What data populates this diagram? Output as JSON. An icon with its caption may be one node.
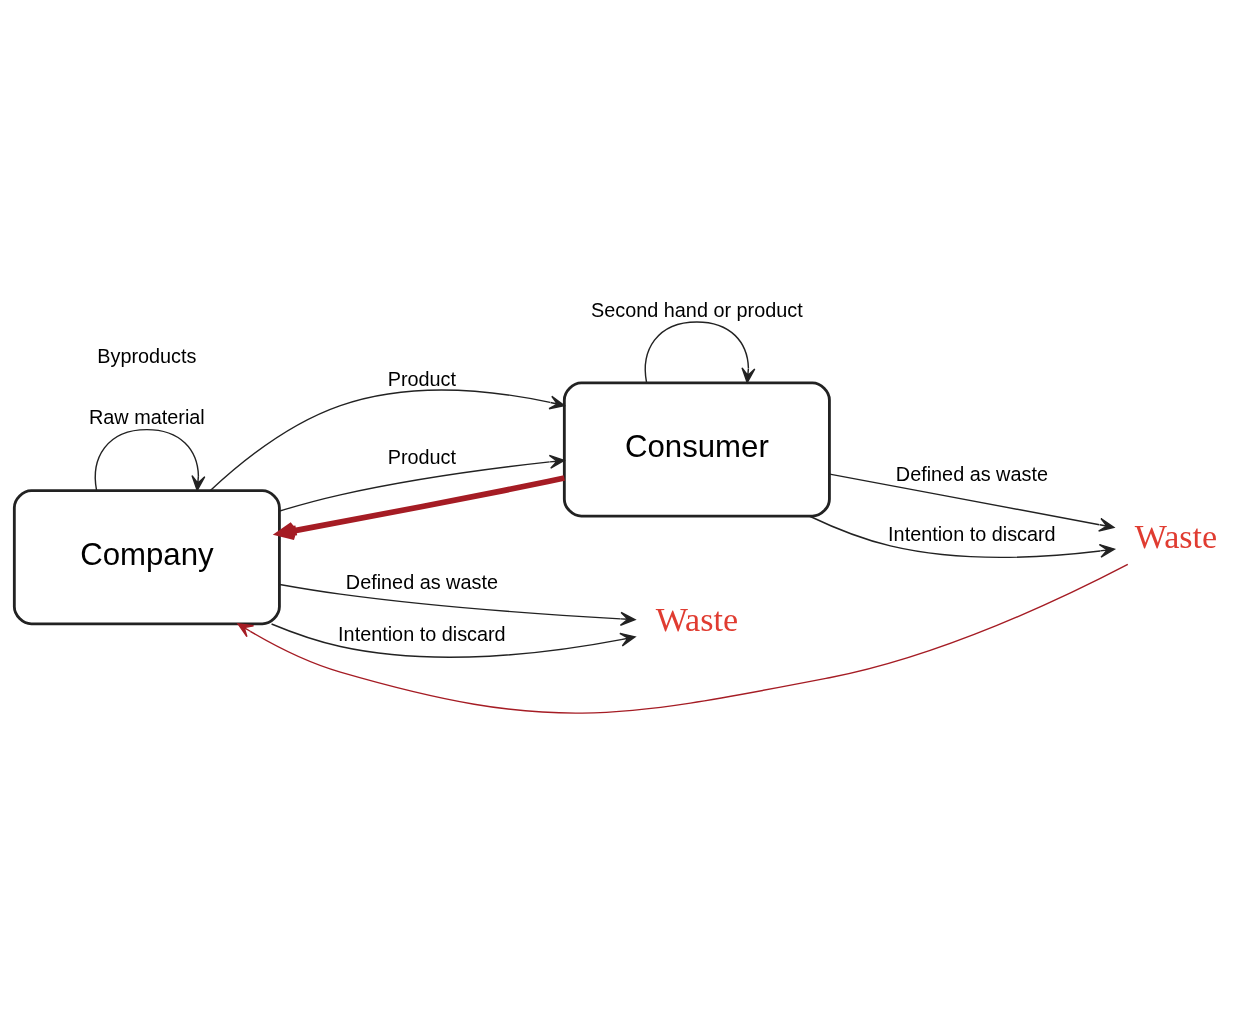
{
  "diagram": {
    "nodes": [
      {
        "text": [
          "Company"
        ]
      },
      {
        "text": [
          "Consumer"
        ]
      },
      {
        "text": [
          "Waste"
        ]
      },
      {
        "text": [
          "Waste"
        ]
      }
    ],
    "edges": [
      {
        "from": 0,
        "to": 1,
        "arrow": "to",
        "label": "Product"
      },
      {
        "from": 1,
        "to": 0,
        "arrow": "to",
        "style": "thick",
        "color": "#a51c24"
      },
      {
        "from": 1,
        "to": 1,
        "arrow": "to",
        "label": "Second hand or product"
      },
      {
        "from": 1,
        "to": 2,
        "arrow": "to",
        "label": "Defined as waste"
      },
      {
        "from": 1,
        "to": 2,
        "arrow": "to",
        "label": "Intention to discard"
      },
      {
        "from": 2,
        "to": 0,
        "arrow": "to",
        "color": "#a51c24"
      },
      {
        "from": 0,
        "to": 0,
        "arrow": "to",
        "label": "Raw material"
      },
      {
        "from": 0,
        "to": 1,
        "arrow": "to",
        "label": "Product"
      },
      {
        "from": 0,
        "to": 3,
        "arrow": "to",
        "label": "Defined as waste"
      },
      {
        "from": 0,
        "to": 3,
        "arrow": "to",
        "label": "Intention to discard"
      }
    ],
    "labels": [
      "Byproducts"
    ]
  }
}
